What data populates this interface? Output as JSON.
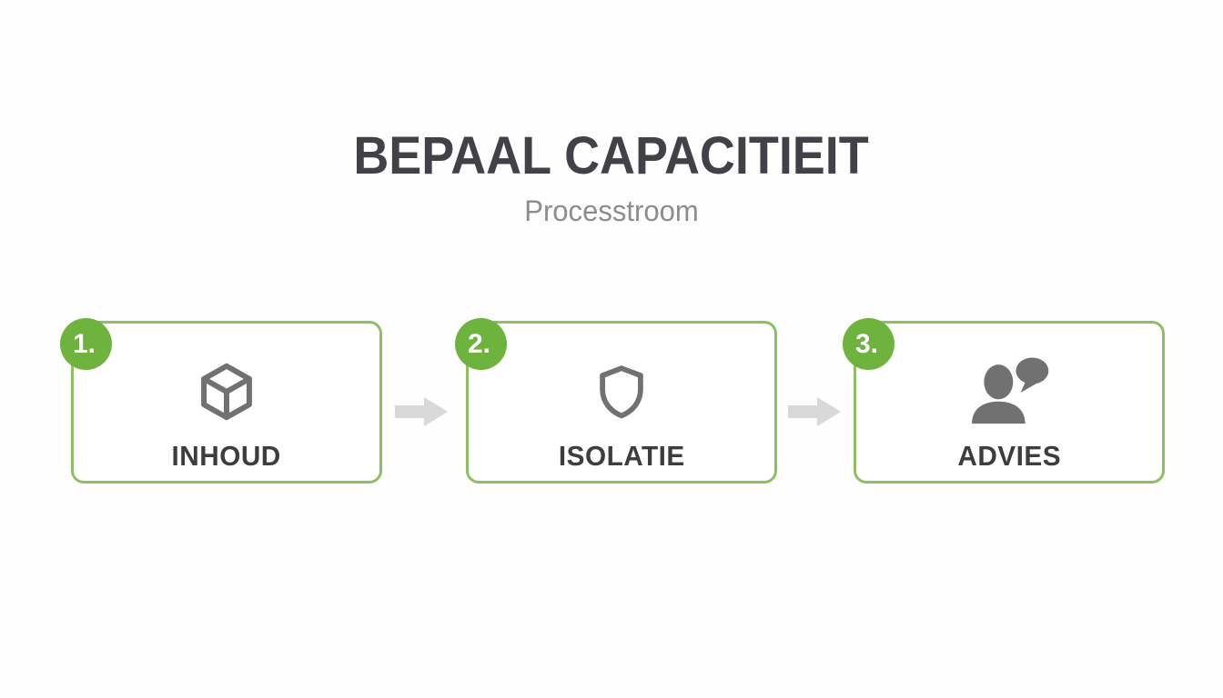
{
  "header": {
    "title": "BEPAAL CAPACITIEIT",
    "subtitle": "Processtroom"
  },
  "steps": [
    {
      "number": "1.",
      "label": "INHOUD",
      "icon": "cube-icon"
    },
    {
      "number": "2.",
      "label": "ISOLATIE",
      "icon": "shield-icon"
    },
    {
      "number": "3.",
      "label": "ADVIES",
      "icon": "person-speech-icon"
    }
  ],
  "colors": {
    "accent_green": "#6db33e",
    "border_green": "#8dc063",
    "title_gray": "#414147",
    "subtitle_gray": "#8d8d8d",
    "label_gray": "#3d3d40",
    "icon_gray": "#717171",
    "arrow_gray": "#d9d9d9",
    "card_bg": "#ffffff",
    "page_bg": "#fefefe"
  }
}
